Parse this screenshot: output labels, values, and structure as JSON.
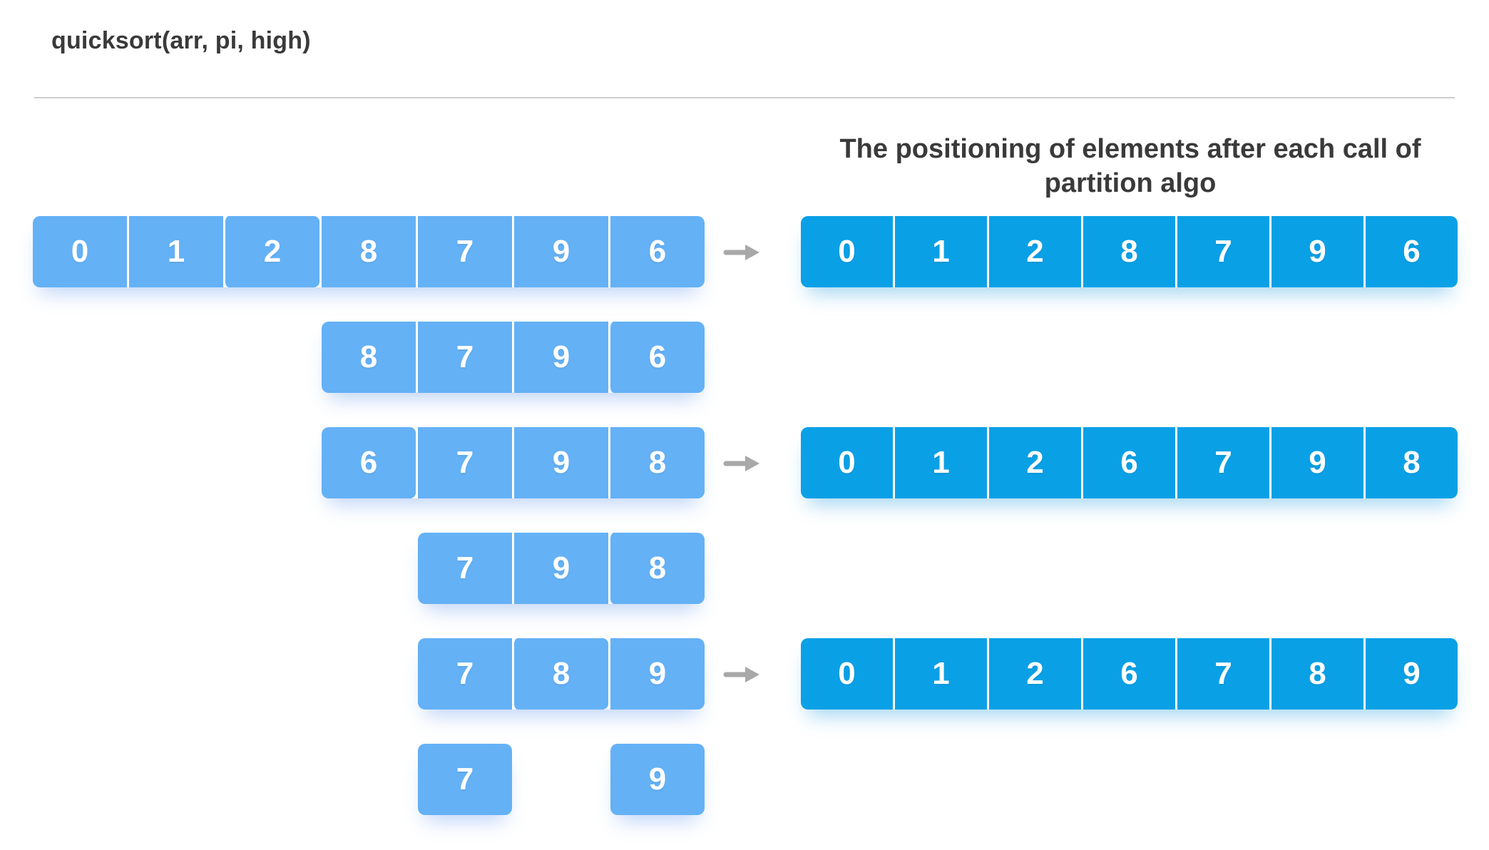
{
  "title": "quicksort(arr, pi, high)",
  "heading": "The positioning of elements after each call of partition algo",
  "colors": {
    "cell_light_blue": "#64b1f6",
    "cell_pivot_purple": "#5646de",
    "cell_result_blue": "#0aa0e6",
    "arrow_gray": "#a8a8a8",
    "text_dark": "#3a3a3a",
    "cell_text": "#ffffff",
    "divider": "#cdcdcd"
  },
  "left_rows": [
    {
      "cells": [
        "0",
        "1",
        "2",
        "8",
        "7",
        "9",
        "6"
      ],
      "pivot_index": 2
    },
    {
      "cells": [
        "8",
        "7",
        "9",
        "6"
      ],
      "pivot_index": 3
    },
    {
      "cells": [
        "6",
        "7",
        "9",
        "8"
      ],
      "pivot_index": 0
    },
    {
      "cells": [
        "7",
        "9",
        "8"
      ],
      "pivot_index": 2
    },
    {
      "cells": [
        "7",
        "8",
        "9"
      ],
      "pivot_index": 1
    },
    {
      "cells": [
        "7",
        "9"
      ],
      "pivot_index": -1,
      "split": true
    }
  ],
  "right_rows": [
    {
      "cells": [
        "0",
        "1",
        "2",
        "8",
        "7",
        "9",
        "6"
      ]
    },
    {
      "cells": [
        "0",
        "1",
        "2",
        "6",
        "7",
        "9",
        "8"
      ]
    },
    {
      "cells": [
        "0",
        "1",
        "2",
        "6",
        "7",
        "8",
        "9"
      ]
    }
  ]
}
